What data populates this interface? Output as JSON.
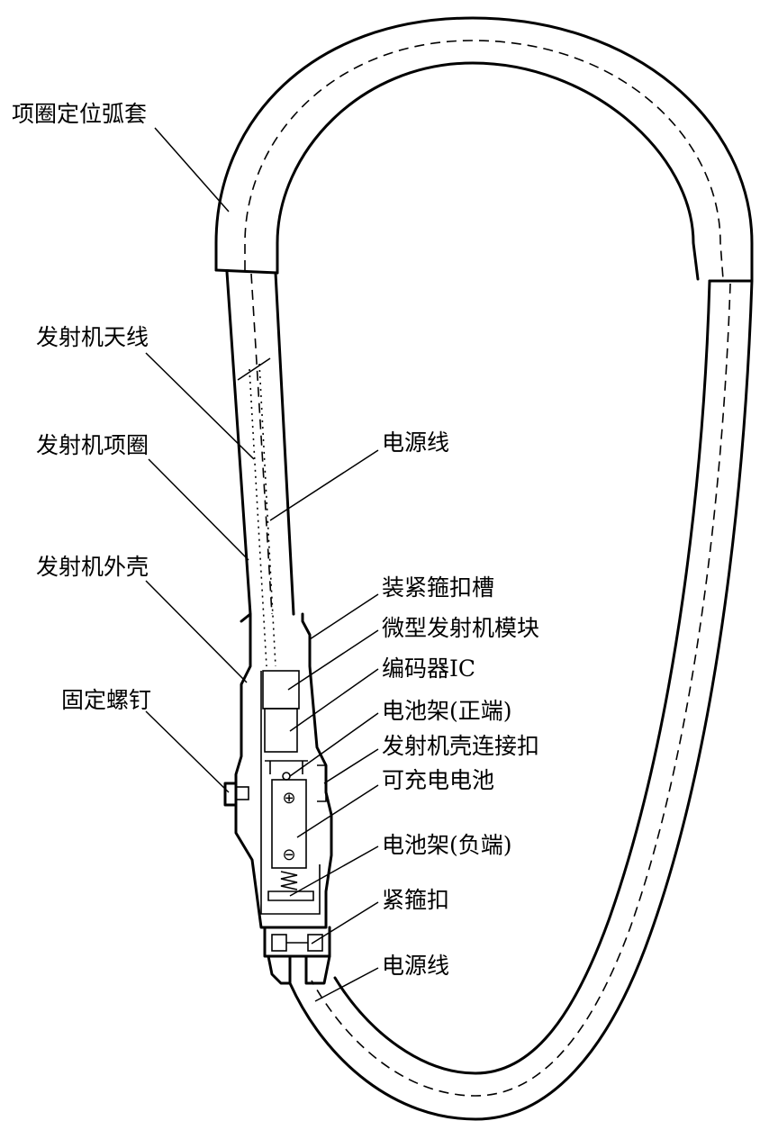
{
  "labels": {
    "collar_arc_sleeve": "项圈定位弧套",
    "transmitter_antenna": "发射机天线",
    "transmitter_collar": "发射机项圈",
    "transmitter_housing": "发射机外壳",
    "fixing_screw": "固定螺钉",
    "power_line_upper": "电源线",
    "clamp_buckle_slot": "装紧箍扣槽",
    "micro_transmitter_module": "微型发射机模块",
    "encoder_ic": "编码器IC",
    "battery_holder_positive": "电池架(正端)",
    "housing_connect_buckle": "发射机壳连接扣",
    "rechargeable_battery": "可充电电池",
    "battery_holder_negative": "电池架(负端)",
    "clamp_buckle": "紧箍扣",
    "power_line_lower": "电源线"
  },
  "symbols": {
    "positive": "⊕",
    "negative": "⊖"
  }
}
